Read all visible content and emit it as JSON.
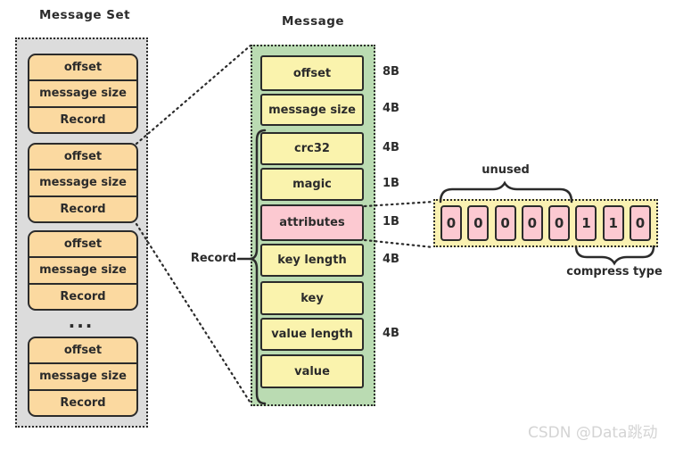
{
  "titles": {
    "message_set": "Message Set",
    "message": "Message"
  },
  "message_set": {
    "groups": [
      {
        "rows": [
          "offset",
          "message size",
          "Record"
        ]
      },
      {
        "rows": [
          "offset",
          "message size",
          "Record"
        ]
      },
      {
        "rows": [
          "offset",
          "message size",
          "Record"
        ]
      },
      {
        "rows": [
          "offset",
          "message size",
          "Record"
        ]
      }
    ],
    "ellipsis": "..."
  },
  "message": {
    "record_label": "Record",
    "fields": [
      {
        "label": "offset",
        "size": "8B",
        "color": "yellow",
        "in_record": false
      },
      {
        "label": "message size",
        "size": "4B",
        "color": "yellow",
        "in_record": false
      },
      {
        "label": "crc32",
        "size": "4B",
        "color": "yellow",
        "in_record": true
      },
      {
        "label": "magic",
        "size": "1B",
        "color": "yellow",
        "in_record": true
      },
      {
        "label": "attributes",
        "size": "1B",
        "color": "pink",
        "in_record": true
      },
      {
        "label": "key length",
        "size": "4B",
        "color": "yellow",
        "in_record": true
      },
      {
        "label": "key",
        "size": "",
        "color": "yellow",
        "in_record": true
      },
      {
        "label": "value length",
        "size": "4B",
        "color": "yellow",
        "in_record": true
      },
      {
        "label": "value",
        "size": "",
        "color": "yellow",
        "in_record": true
      }
    ]
  },
  "bits": {
    "values": [
      "0",
      "0",
      "0",
      "0",
      "0",
      "1",
      "1",
      "0"
    ],
    "unused_label": "unused",
    "compress_label": "compress type"
  },
  "watermark": "CSDN @Data跳动",
  "colors": {
    "ink": "#2b2b2b",
    "container_gray": "#dcdcdc",
    "record_tan": "#fbd9a0",
    "message_green": "#badbb2",
    "field_yellow": "#faf3ad",
    "attribute_pink": "#fcc9d1",
    "bits_yellow": "#faf1b2",
    "watermark_gray": "#d4d4d4"
  }
}
